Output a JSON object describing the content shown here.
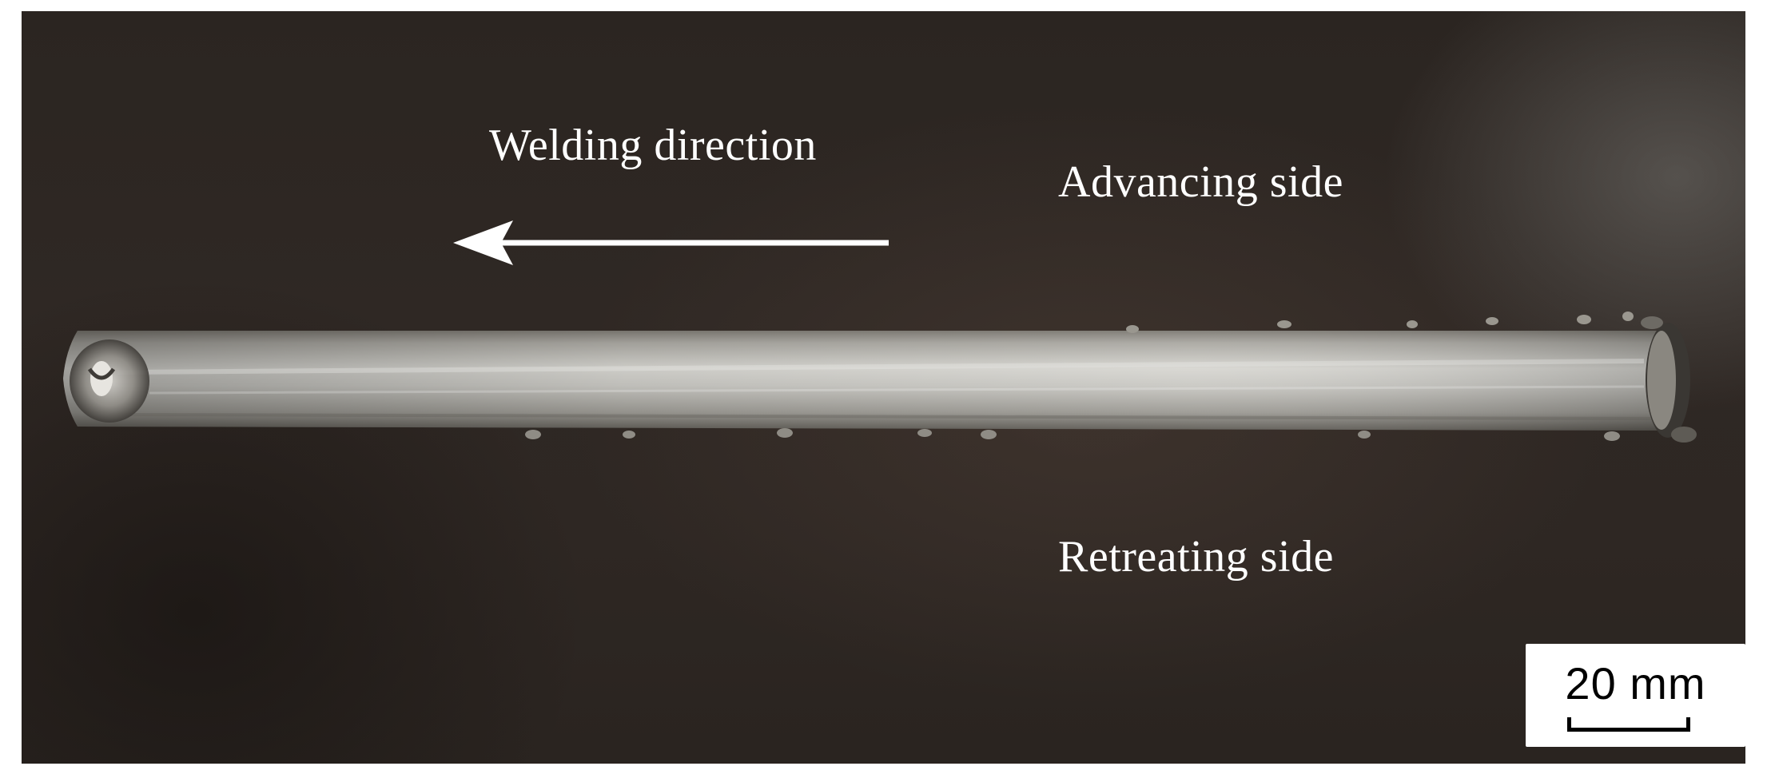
{
  "labels": {
    "welding_direction": "Welding direction",
    "advancing_side": "Advancing side",
    "retreating_side": "Retreating side"
  },
  "scale_bar": {
    "text": "20 mm"
  },
  "colors": {
    "background": "#2d2622",
    "weld_bead": "#b9b8b3",
    "text": "#ffffff"
  },
  "icons": {
    "arrow": "arrow-left-icon"
  }
}
